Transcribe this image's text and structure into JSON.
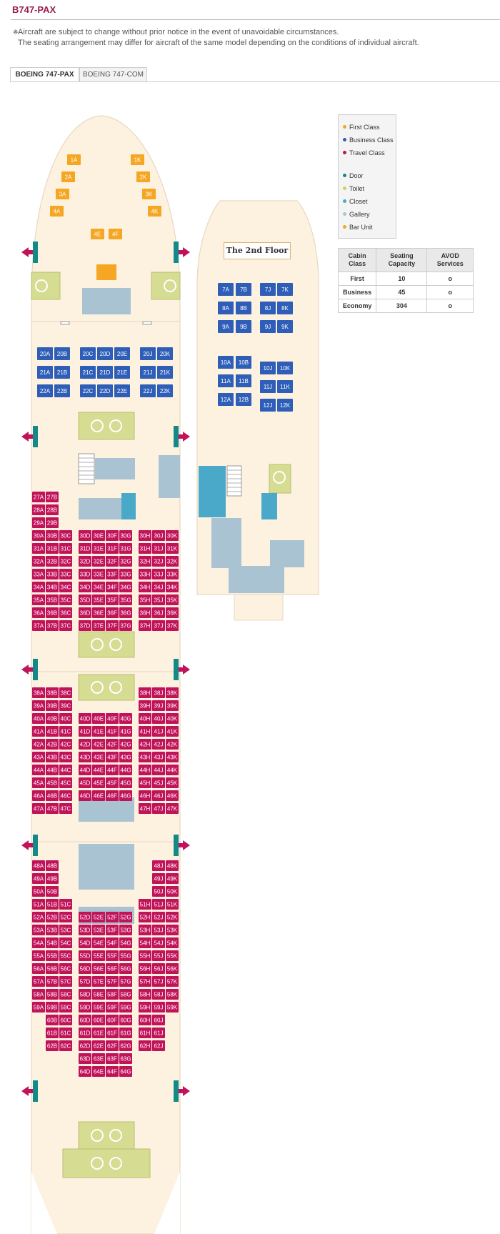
{
  "page": {
    "title": "B747-PAX",
    "notes": [
      "Aircraft are subject to change without prior notice in the event of unavoidable circumstances.",
      "The seating arrangement may differ for aircraft of the same model depending on the conditions of individual aircraft."
    ],
    "tabs": [
      {
        "label": "BOEING 747-PAX",
        "active": true
      },
      {
        "label": "BOEING 747-COM",
        "active": false
      }
    ]
  },
  "legend": {
    "items": [
      {
        "label": "First Class",
        "color": "#f5a623"
      },
      {
        "label": "Business Class",
        "color": "#2e5eb8"
      },
      {
        "label": "Travel Class",
        "color": "#c0135a"
      },
      {
        "label": "Door",
        "color": "#138a8a"
      },
      {
        "label": "Toilet",
        "color": "#c8d65a"
      },
      {
        "label": "Closet",
        "color": "#4aa8c8"
      },
      {
        "label": "Gallery",
        "color": "#a8c4d4"
      },
      {
        "label": "Bar Unit",
        "color": "#f5a623"
      }
    ]
  },
  "capacity_table": {
    "headers": [
      "Cabin Class",
      "Seating Capacity",
      "AVOD Services"
    ],
    "rows": [
      [
        "First",
        "10",
        "o"
      ],
      [
        "Business",
        "45",
        "o"
      ],
      [
        "Economy",
        "304",
        "o"
      ]
    ]
  },
  "second_floor": {
    "label": "The 2nd Floor"
  },
  "colors": {
    "first": "#f5a623",
    "business": "#2e5eb8",
    "economy": "#c0135a",
    "fuselage": "#fdf1e0",
    "fuselage_edge": "#e8d8c0",
    "toilet": "#d6dc92",
    "gallery": "#a9c3d2",
    "closet": "#4aa8c8",
    "door": "#138a8a",
    "bar": "#f5a623",
    "exit_arrow": "#c0135a"
  },
  "seats": {
    "first": [
      "1A",
      "1K",
      "2A",
      "2K",
      "3A",
      "3K",
      "4A",
      "4K",
      "4E",
      "4F"
    ],
    "upper_business": [
      "7A",
      "7B",
      "7J",
      "7K",
      "8A",
      "8B",
      "8J",
      "8K",
      "9A",
      "9B",
      "9J",
      "9K",
      "10A",
      "10B",
      "10J",
      "10K",
      "11A",
      "11B",
      "11J",
      "11K",
      "12A",
      "12B",
      "12J",
      "12K"
    ],
    "main_business": [
      "20A",
      "20B",
      "20C",
      "20D",
      "20E",
      "20J",
      "20K",
      "21A",
      "21B",
      "21C",
      "21D",
      "21E",
      "21J",
      "21K",
      "22A",
      "22B",
      "22C",
      "22D",
      "22E",
      "22J",
      "22K"
    ],
    "economy_rows": {
      "27": [
        "A",
        "B"
      ],
      "28": [
        "A",
        "B"
      ],
      "29": [
        "A",
        "B"
      ],
      "30": [
        "A",
        "B",
        "C",
        "D",
        "E",
        "F",
        "G",
        "H",
        "J",
        "K"
      ],
      "31": [
        "A",
        "B",
        "C",
        "D",
        "E",
        "F",
        "G",
        "H",
        "J",
        "K"
      ],
      "32": [
        "A",
        "B",
        "C",
        "D",
        "E",
        "F",
        "G",
        "H",
        "J",
        "K"
      ],
      "33": [
        "A",
        "B",
        "C",
        "D",
        "E",
        "F",
        "G",
        "H",
        "J",
        "K"
      ],
      "34": [
        "A",
        "B",
        "C",
        "D",
        "E",
        "F",
        "G",
        "H",
        "J",
        "K"
      ],
      "35": [
        "A",
        "B",
        "C",
        "D",
        "E",
        "F",
        "G",
        "H",
        "J",
        "K"
      ],
      "36": [
        "A",
        "B",
        "C",
        "D",
        "E",
        "F",
        "G",
        "H",
        "J",
        "K"
      ],
      "37": [
        "A",
        "B",
        "C",
        "D",
        "E",
        "F",
        "G",
        "H",
        "J",
        "K"
      ],
      "38": [
        "A",
        "B",
        "C",
        "H",
        "J",
        "K"
      ],
      "39": [
        "A",
        "B",
        "C",
        "H",
        "J",
        "K"
      ],
      "40": [
        "A",
        "B",
        "C",
        "D",
        "E",
        "F",
        "G",
        "H",
        "J",
        "K"
      ],
      "41": [
        "A",
        "B",
        "C",
        "D",
        "E",
        "F",
        "G",
        "H",
        "J",
        "K"
      ],
      "42": [
        "A",
        "B",
        "C",
        "D",
        "E",
        "F",
        "G",
        "H",
        "J",
        "K"
      ],
      "43": [
        "A",
        "B",
        "C",
        "D",
        "E",
        "F",
        "G",
        "H",
        "J",
        "K"
      ],
      "44": [
        "A",
        "B",
        "C",
        "D",
        "E",
        "F",
        "G",
        "H",
        "J",
        "K"
      ],
      "45": [
        "A",
        "B",
        "C",
        "D",
        "E",
        "F",
        "G",
        "H",
        "J",
        "K"
      ],
      "46": [
        "A",
        "B",
        "C",
        "D",
        "E",
        "F",
        "G",
        "H",
        "J",
        "K"
      ],
      "47": [
        "A",
        "B",
        "C",
        "H",
        "J",
        "K"
      ],
      "48": [
        "A",
        "B",
        "J",
        "K"
      ],
      "49": [
        "A",
        "B",
        "J",
        "K"
      ],
      "50": [
        "A",
        "B",
        "J",
        "K"
      ],
      "51": [
        "A",
        "B",
        "C",
        "H",
        "J",
        "K"
      ],
      "52": [
        "A",
        "B",
        "C",
        "D",
        "E",
        "F",
        "G",
        "H",
        "J",
        "K"
      ],
      "53": [
        "A",
        "B",
        "C",
        "D",
        "E",
        "F",
        "G",
        "H",
        "J",
        "K"
      ],
      "54": [
        "A",
        "B",
        "C",
        "D",
        "E",
        "F",
        "G",
        "H",
        "J",
        "K"
      ],
      "55": [
        "A",
        "B",
        "C",
        "D",
        "E",
        "F",
        "G",
        "H",
        "J",
        "K"
      ],
      "56": [
        "A",
        "B",
        "C",
        "D",
        "E",
        "F",
        "G",
        "H",
        "J",
        "K"
      ],
      "57": [
        "A",
        "B",
        "C",
        "D",
        "E",
        "F",
        "G",
        "H",
        "J",
        "K"
      ],
      "58": [
        "A",
        "B",
        "C",
        "D",
        "E",
        "F",
        "G",
        "H",
        "J",
        "K"
      ],
      "59": [
        "A",
        "B",
        "C",
        "D",
        "E",
        "F",
        "G",
        "H",
        "J",
        "K"
      ],
      "60": [
        "B",
        "C",
        "D",
        "E",
        "F",
        "G",
        "H",
        "J"
      ],
      "61": [
        "B",
        "C",
        "D",
        "E",
        "F",
        "G",
        "H",
        "J"
      ],
      "62": [
        "B",
        "C",
        "D",
        "E",
        "F",
        "G",
        "H",
        "J"
      ],
      "63": [
        "D",
        "E",
        "F",
        "G"
      ],
      "64": [
        "D",
        "E",
        "F",
        "G"
      ]
    }
  }
}
